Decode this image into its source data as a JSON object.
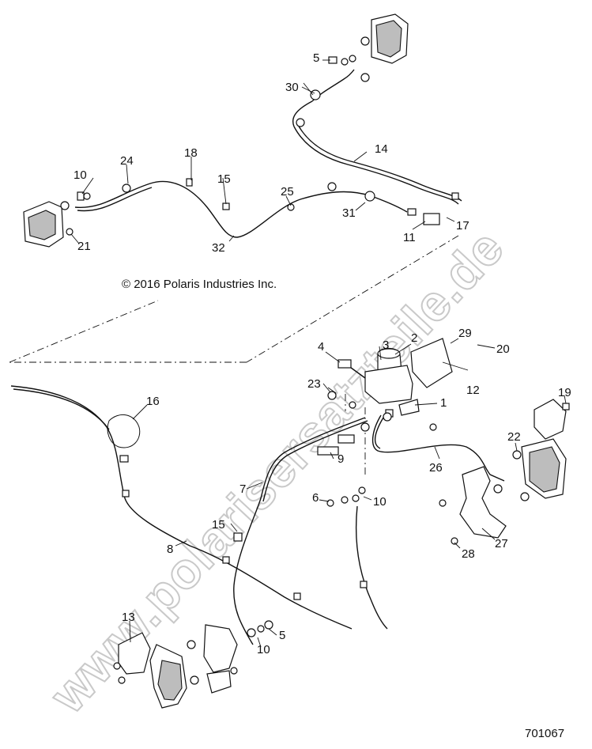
{
  "copyright": "© 2016 Polaris Industries Inc.",
  "diagram_number": "701067",
  "watermark": "www.polarisersatzteile.de",
  "callouts": [
    {
      "id": "c1",
      "label": "1"
    },
    {
      "id": "c2",
      "label": "2"
    },
    {
      "id": "c3",
      "label": "3"
    },
    {
      "id": "c4",
      "label": "4"
    },
    {
      "id": "c5a",
      "label": "5"
    },
    {
      "id": "c5b",
      "label": "5"
    },
    {
      "id": "c6",
      "label": "6"
    },
    {
      "id": "c7",
      "label": "7"
    },
    {
      "id": "c8",
      "label": "8"
    },
    {
      "id": "c9",
      "label": "9"
    },
    {
      "id": "c10a",
      "label": "10"
    },
    {
      "id": "c10b",
      "label": "10"
    },
    {
      "id": "c10c",
      "label": "10"
    },
    {
      "id": "c11",
      "label": "11"
    },
    {
      "id": "c12",
      "label": "12"
    },
    {
      "id": "c13",
      "label": "13"
    },
    {
      "id": "c14",
      "label": "14"
    },
    {
      "id": "c15a",
      "label": "15"
    },
    {
      "id": "c15b",
      "label": "15"
    },
    {
      "id": "c16",
      "label": "16"
    },
    {
      "id": "c17",
      "label": "17"
    },
    {
      "id": "c18",
      "label": "18"
    },
    {
      "id": "c19",
      "label": "19"
    },
    {
      "id": "c20",
      "label": "20"
    },
    {
      "id": "c21",
      "label": "21"
    },
    {
      "id": "c22",
      "label": "22"
    },
    {
      "id": "c23",
      "label": "23"
    },
    {
      "id": "c24",
      "label": "24"
    },
    {
      "id": "c25",
      "label": "25"
    },
    {
      "id": "c26",
      "label": "26"
    },
    {
      "id": "c27",
      "label": "27"
    },
    {
      "id": "c28",
      "label": "28"
    },
    {
      "id": "c29",
      "label": "29"
    },
    {
      "id": "c30",
      "label": "30"
    },
    {
      "id": "c31",
      "label": "31"
    },
    {
      "id": "c32",
      "label": "32"
    }
  ]
}
